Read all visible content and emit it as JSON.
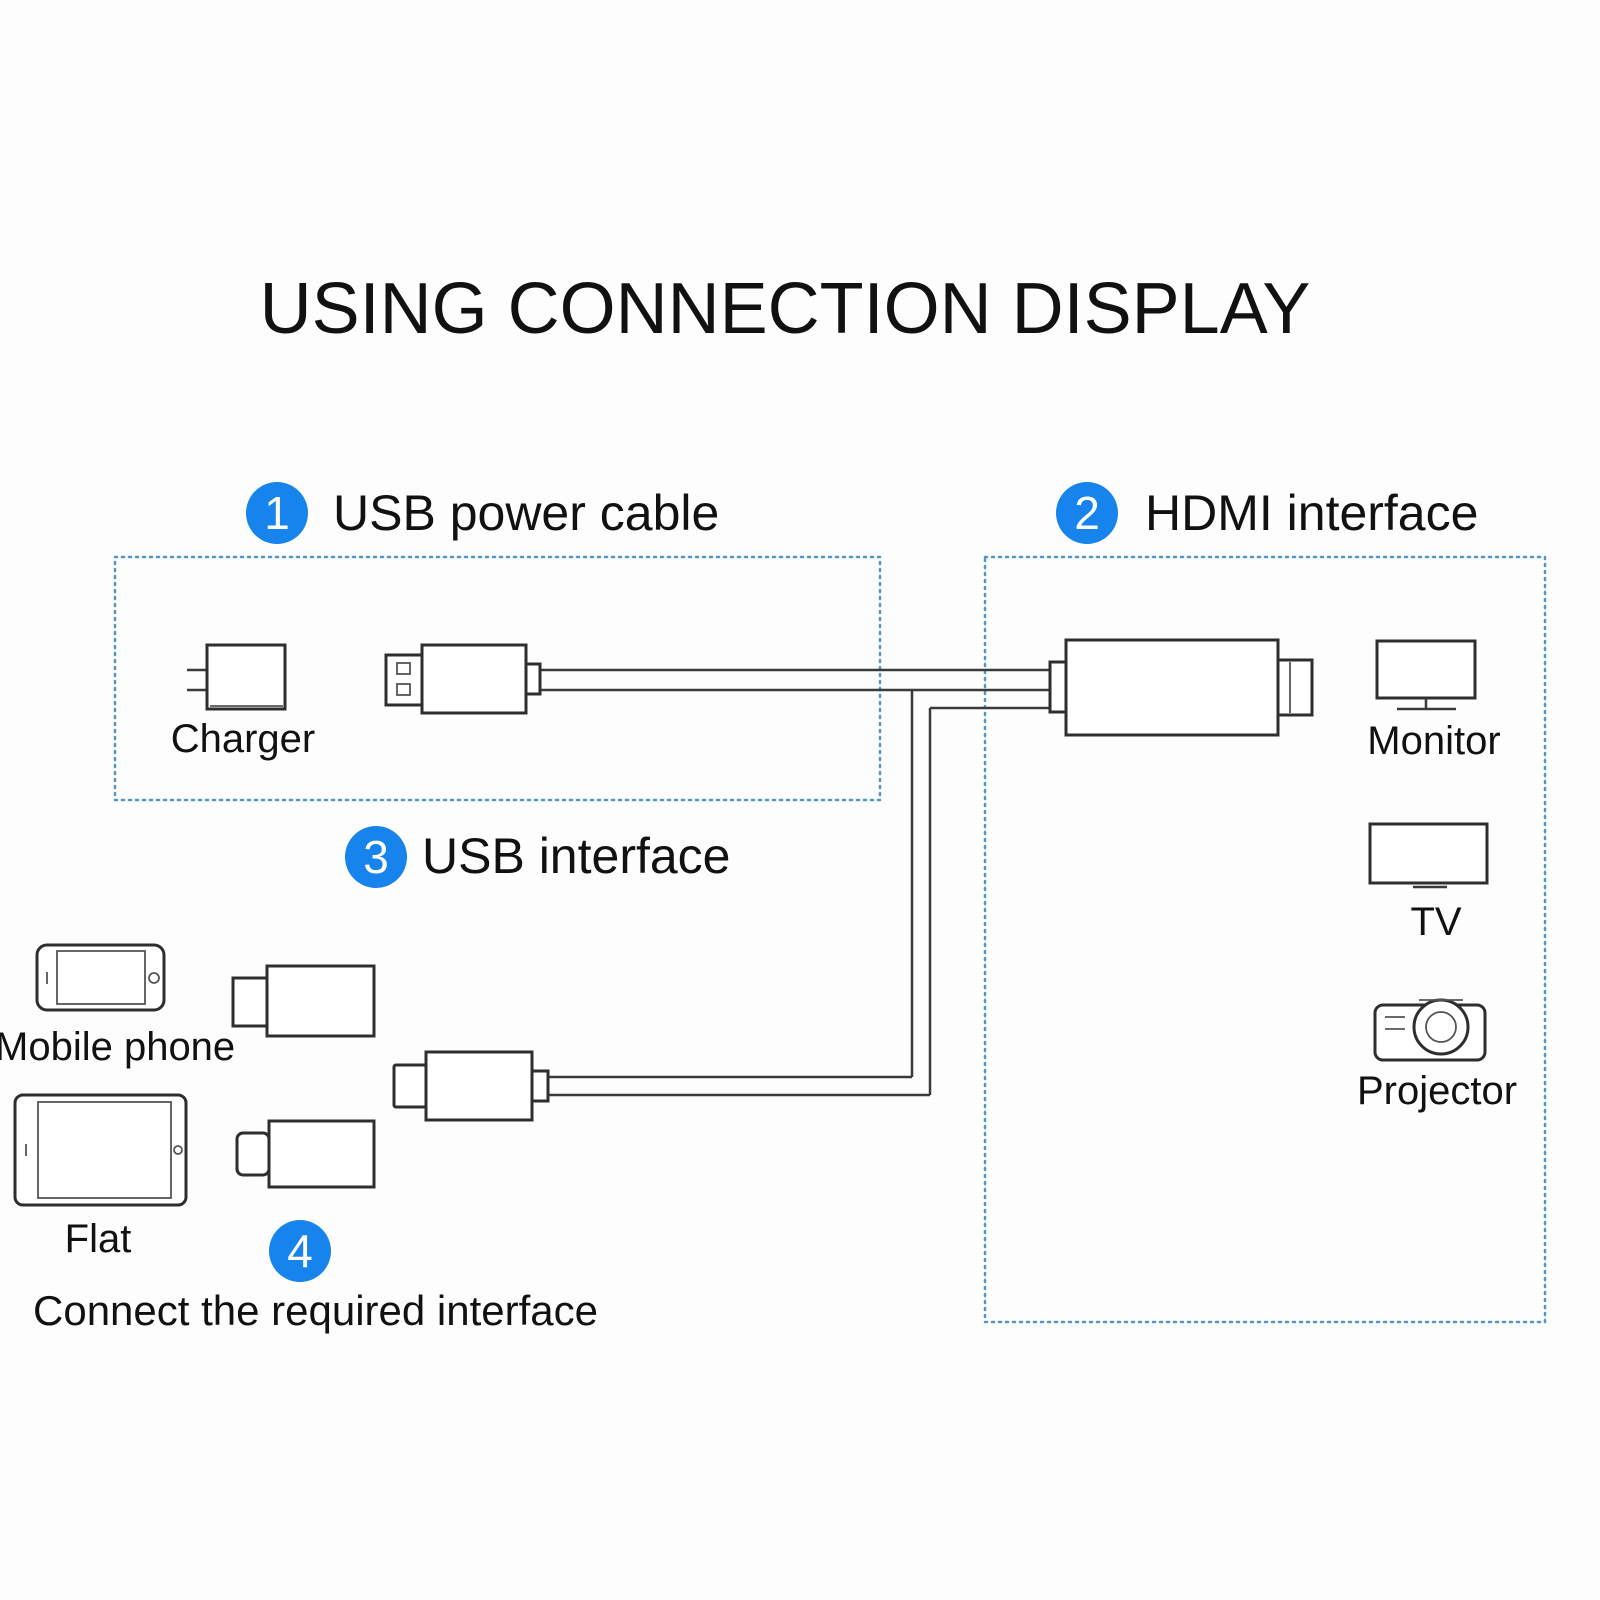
{
  "title": "USING CONNECTION DISPLAY",
  "sections": {
    "usb_power": {
      "number": "1",
      "label": "USB power cable"
    },
    "hdmi": {
      "number": "2",
      "label": "HDMI interface"
    },
    "usb_interface": {
      "number": "3",
      "label": "USB interface"
    },
    "connect": {
      "number": "4",
      "label": "Connect the required interface"
    }
  },
  "devices": {
    "charger": "Charger",
    "monitor": "Monitor",
    "tv": "TV",
    "projector": "Projector",
    "mobile_phone": "Mobile phone",
    "flat": "Flat"
  },
  "colors": {
    "accent": "#1684ec",
    "dashed_border": "#4f97c9"
  }
}
